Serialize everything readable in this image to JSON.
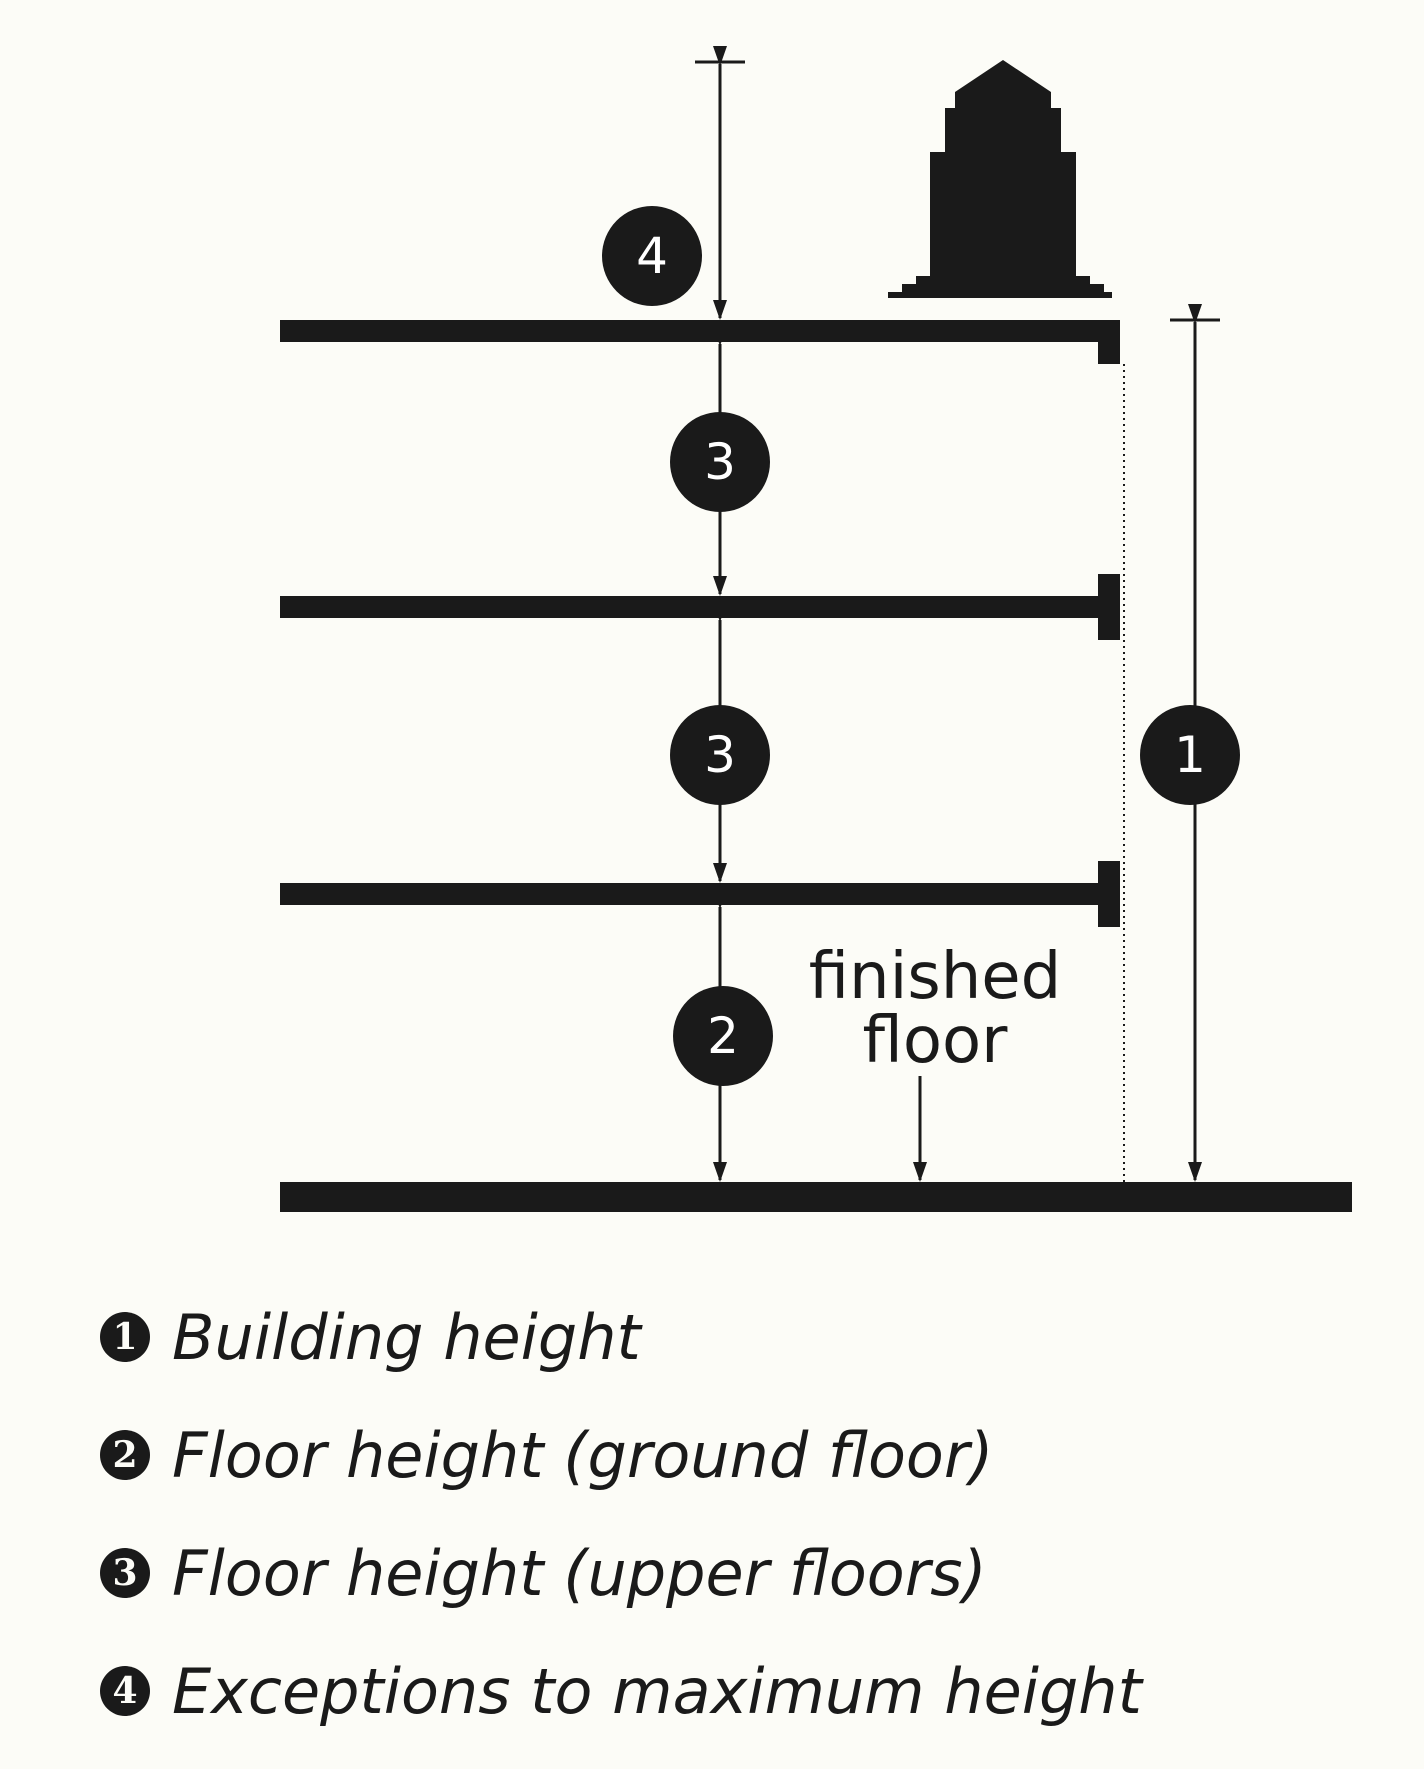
{
  "markers": {
    "m1": "1",
    "m2": "2",
    "m3": "3",
    "m4": "4"
  },
  "annotation": {
    "line1": "finished",
    "line2": "floor"
  },
  "legend": [
    {
      "marker": "1",
      "label": "Building height"
    },
    {
      "marker": "2",
      "label": "Floor height (ground floor)"
    },
    {
      "marker": "3",
      "label": "Floor height (upper floors)"
    },
    {
      "marker": "4",
      "label": "Exceptions to maximum height"
    }
  ],
  "colors": {
    "ink": "#1a1a1a",
    "paper": "#fcfcf7"
  }
}
